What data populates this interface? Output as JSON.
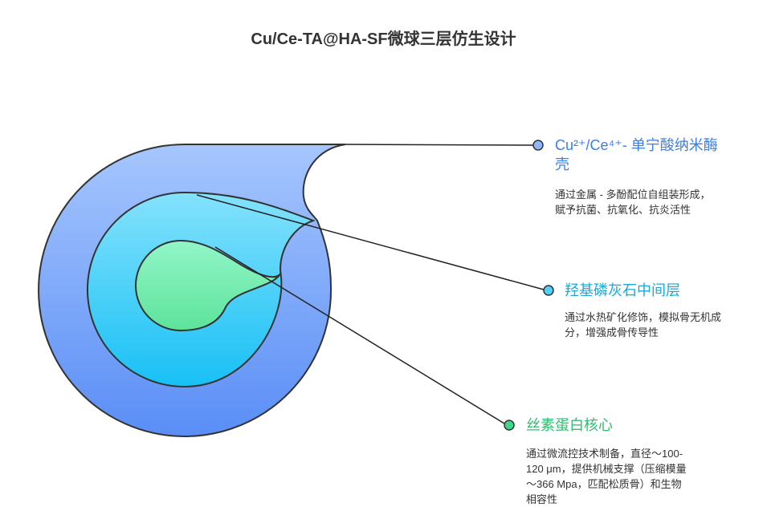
{
  "title": "Cu/Ce-TA@HA-SF微球三层仿生设计",
  "layers": [
    {
      "title": "Cu²⁺/Ce⁴⁺- 单宁酸纳米酶壳",
      "description": "通过金属 - 多酚配位自组装形成，赋予抗菌、抗氧化、抗炎活性",
      "color": "#3b7ee8"
    },
    {
      "title": "羟基磷灰石中间层",
      "description": "通过水热矿化修饰，模拟骨无机成分，增强成骨传导性",
      "color": "#1aa9d9"
    },
    {
      "title": "丝素蛋白核心",
      "description": "通过微流控技术制备，直径～100-120 μm，提供机械支撑（压缩模量～366 Mpa，匹配松质骨）和生物相容性",
      "color": "#2fbf71"
    }
  ]
}
